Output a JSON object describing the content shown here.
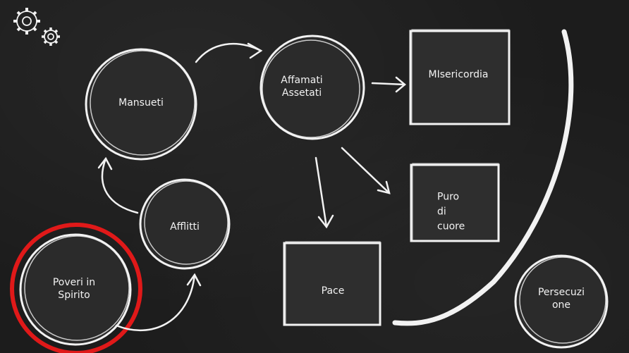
{
  "nodes": {
    "mansueti": "Mansueti",
    "affamati_line1": "Affamati",
    "affamati_line2": "Assetati",
    "misericordia": "MIsericordia",
    "afflitti": "Afflitti",
    "poveri_line1": "Poveri in",
    "poveri_line2": "Spirito",
    "puro_line1": "Puro",
    "puro_line2": "di",
    "puro_line3": "cuore",
    "pace": "Pace",
    "persecuzi_line1": "Persecuzi",
    "persecuzi_line2": "one"
  },
  "icons": {
    "settings": "gears-icon"
  },
  "colors": {
    "background": "#1c1c1c",
    "chalk": "#f2f2f2",
    "fill": "#2b2b2b",
    "highlight": "#e01919"
  }
}
